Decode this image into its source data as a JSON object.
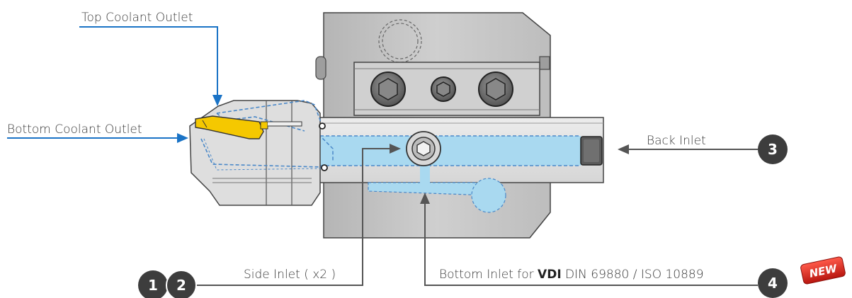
{
  "labels": {
    "top_coolant_outlet": "Top Coolant Outlet",
    "bottom_coolant_outlet": "Bottom Coolant Outlet",
    "back_inlet": "Back Inlet",
    "side_inlet": "Side Inlet ( x2 )",
    "bottom_inlet_prefix": "Bottom Inlet for ",
    "bottom_inlet_bold": "VDI",
    "bottom_inlet_suffix": " DIN 69880 / ISO 10889"
  },
  "badges": {
    "one": "1",
    "two": "2",
    "three": "3",
    "four": "4",
    "new": "NEW"
  },
  "colors": {
    "arrow_blue": "#1a73c6",
    "coolant_blue": "#a9d9f0",
    "coolant_dash": "#4a88c8",
    "body_grey": "#c9c9c9",
    "body_light": "#e4e4e4",
    "insert_yellow": "#f5c800",
    "badge_dark": "#3d3d3d",
    "new_red": "#d7261e"
  }
}
